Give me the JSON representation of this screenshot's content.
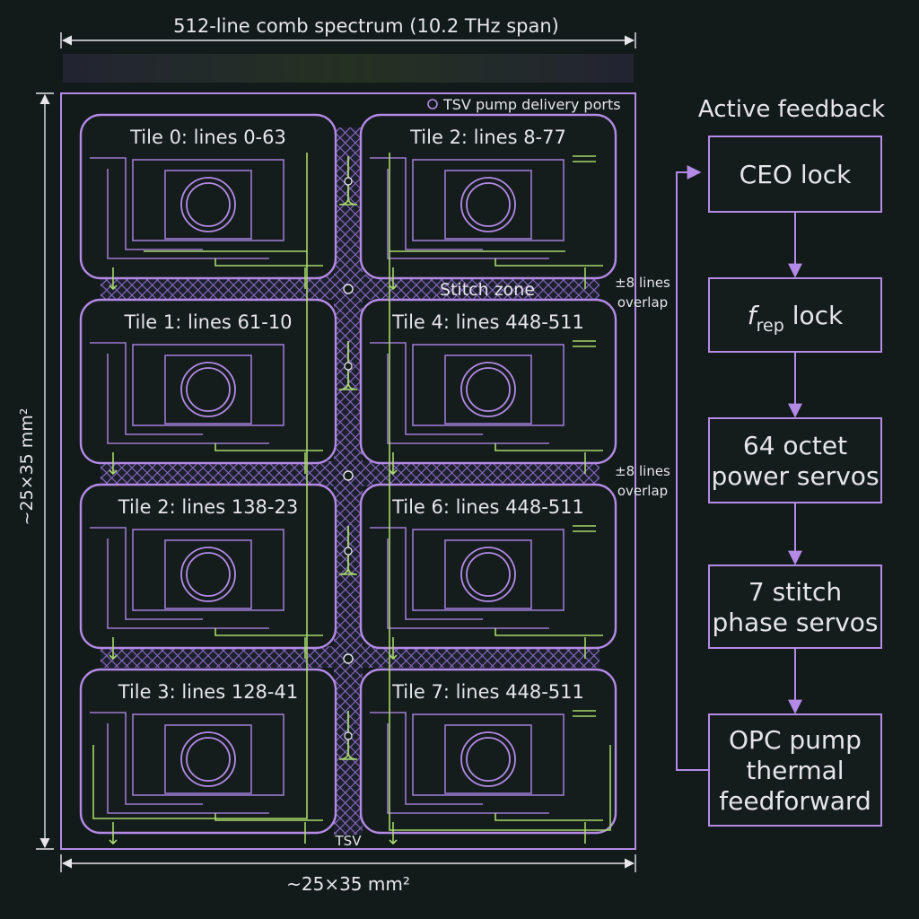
{
  "spectrum": {
    "title": "512-line comb spectrum (10.2 THz span)",
    "colors": {
      "edge": "#9b6fe0",
      "center": "#a6e05a"
    }
  },
  "chip": {
    "tsv_legend": "TSV pump delivery ports",
    "stitch_label": "Stitch zone",
    "overlap_label_line1": "±8 lines",
    "overlap_label_line2": "overlap",
    "tsv_label": "TSV",
    "height_dim": "~25×35 mm²",
    "width_dim": "~25×35 mm²",
    "colors": {
      "border": "#b48ae6",
      "waveguide": "#a6d86a",
      "hatch": "#8a6cc2"
    }
  },
  "tiles": [
    {
      "label": "Tile 0: lines 0-63"
    },
    {
      "label": "Tile 2: lines 8-77"
    },
    {
      "label": "Tile 1: lines 61-10"
    },
    {
      "label": "Tile 4: lines 448-511"
    },
    {
      "label": "Tile 2: lines 138-23"
    },
    {
      "label": "Tile 6: lines 448-511"
    },
    {
      "label": "Tile 3: lines 128-41"
    },
    {
      "label": "Tile 7: lines 448-511"
    }
  ],
  "feedback": {
    "title": "Active feedback",
    "steps": [
      {
        "lines": [
          "CEO lock"
        ]
      },
      {
        "lines": [
          "f",
          "rep",
          " lock"
        ],
        "subscript": true
      },
      {
        "lines": [
          "64 octet",
          "power servos"
        ]
      },
      {
        "lines": [
          "7 stitch",
          "phase servos"
        ]
      },
      {
        "lines": [
          "OPC pump",
          "thermal",
          "feedforward"
        ]
      }
    ]
  }
}
